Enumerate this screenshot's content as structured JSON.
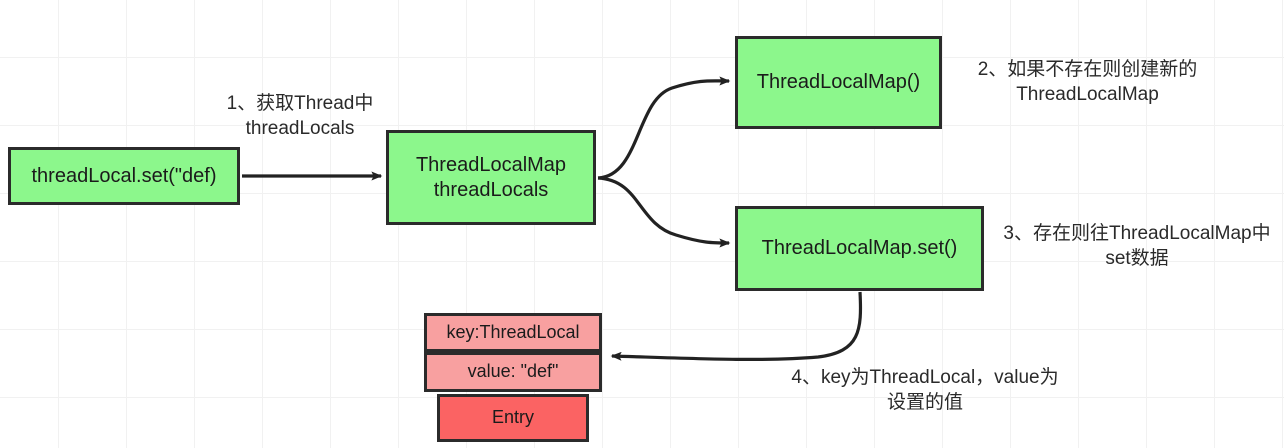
{
  "diagram": {
    "title": "ThreadLocal set flow",
    "background": {
      "color": "#ffffff",
      "grid_color": "#f1f1f1"
    },
    "colors": {
      "green_fill": "#8cf78c",
      "pink_fill": "#f8a0a0",
      "red_fill": "#fb6363",
      "border": "#2b2b2b",
      "arrow": "#222222",
      "text": "#1b1b1b"
    },
    "nodes": {
      "set_call": "threadLocal.set(\"def)",
      "thread_locals": "ThreadLocalMap\nthreadLocals",
      "new_map": "ThreadLocalMap()",
      "map_set": "ThreadLocalMap.set()",
      "entry_key": "key:ThreadLocal",
      "entry_value": "value: \"def\"",
      "entry_label": "Entry"
    },
    "notes": {
      "step1": "1、获取Thread中\nthreadLocals",
      "step2": "2、如果不存在则创建新的\nThreadLocalMap",
      "step3": "3、存在则往ThreadLocalMap中\nset数据",
      "step4": "4、key为ThreadLocal，value为\n设置的值"
    }
  }
}
